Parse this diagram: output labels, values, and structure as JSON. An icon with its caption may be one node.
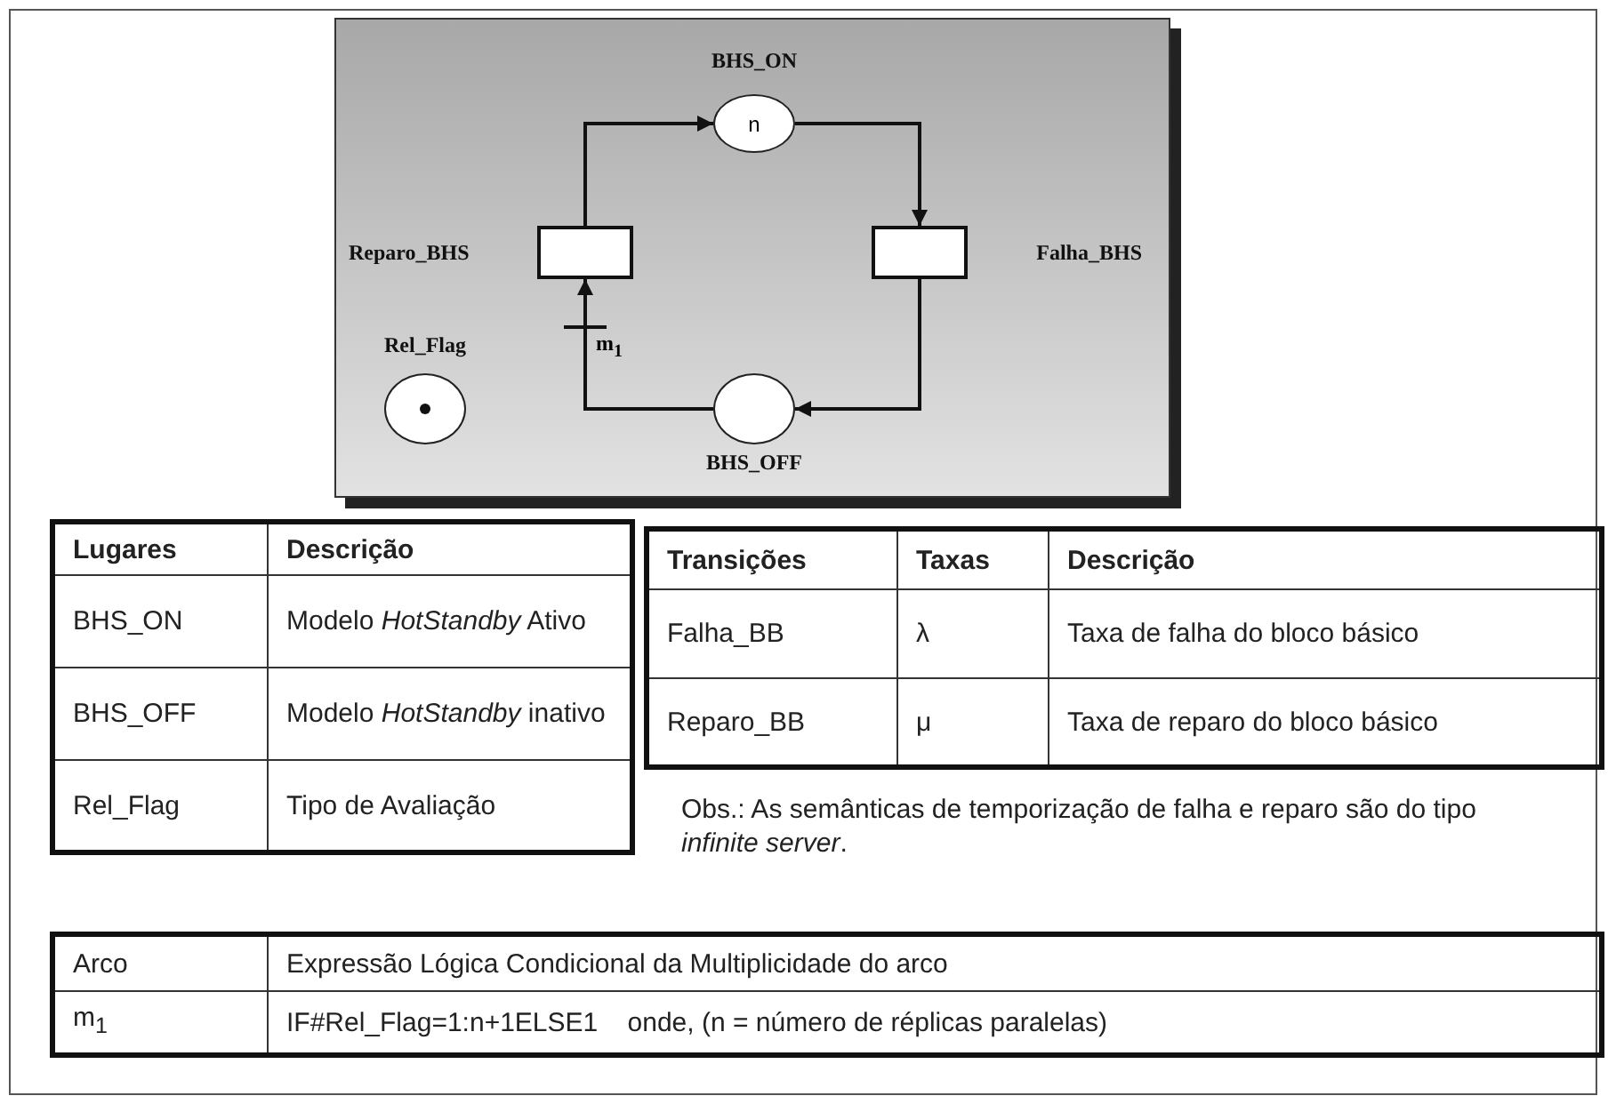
{
  "diagram": {
    "nodes": [
      {
        "text": [
          "BHS_ON",
          "n"
        ]
      },
      {
        "text": [
          "Reparo_BHS"
        ]
      },
      {
        "text": [
          "Falha_BHS"
        ]
      },
      {
        "text": [
          "BHS_OFF"
        ]
      },
      {
        "text": [
          "Rel_Flag"
        ]
      }
    ],
    "edges": [
      {
        "from": 1,
        "to": 0,
        "arrow": "to"
      },
      {
        "from": 0,
        "to": 2,
        "arrow": "to"
      },
      {
        "from": 2,
        "to": 3,
        "arrow": "to"
      },
      {
        "from": 3,
        "to": 1,
        "arrow": "to",
        "label": "m$_{1}$"
      }
    ],
    "labels": [
      "Lugares",
      "Descrição",
      "BHS_ON",
      "Modelo *HotStandby* Ativo",
      "BHS_OFF",
      "Modelo *HotStandby* inativo",
      "Rel_Flag",
      "Tipo de Avaliação",
      "Transições",
      "Taxas",
      "Descrição",
      "Falha_BB",
      "λ",
      "Taxa de falha do bloco básico",
      "Reparo_BB",
      "μ",
      "Taxa de reparo do bloco básico",
      "Obs.: As semânticas de temporização de falha e reparo são do tipo *infinite server*.",
      "Arco",
      "Expressão Lógica Condicional da Multiplicidade do arco",
      "m$_{1}$",
      "IF#Rel_Flag=1:n+1ELSE1    onde, (n = número de réplicas paralelas)"
    ]
  }
}
